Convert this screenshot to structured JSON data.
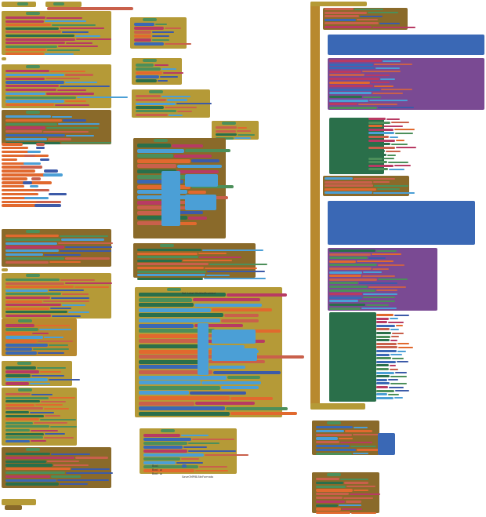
{
  "workspace": {
    "background": "#ffffff",
    "visible_labels": [
      "Set Label Visible/Enabled",
      "SaveOMPIB.BtnFormato",
      "Bool.",
      "Bool. ◄",
      "Bool. ◄"
    ]
  },
  "palette": {
    "event": "#b59a37",
    "procedure": "#8a6a2a",
    "variable": "#e1692e",
    "text": "#c9604b",
    "component_set": "#2a6f4a",
    "component_get": "#4c8f5a",
    "logic": "#4b9fd6",
    "math": "#3a68b5",
    "list": "#7a4a93",
    "control": "#b8892f",
    "text_op": "#b83a63",
    "number": "#3c5aa8"
  }
}
